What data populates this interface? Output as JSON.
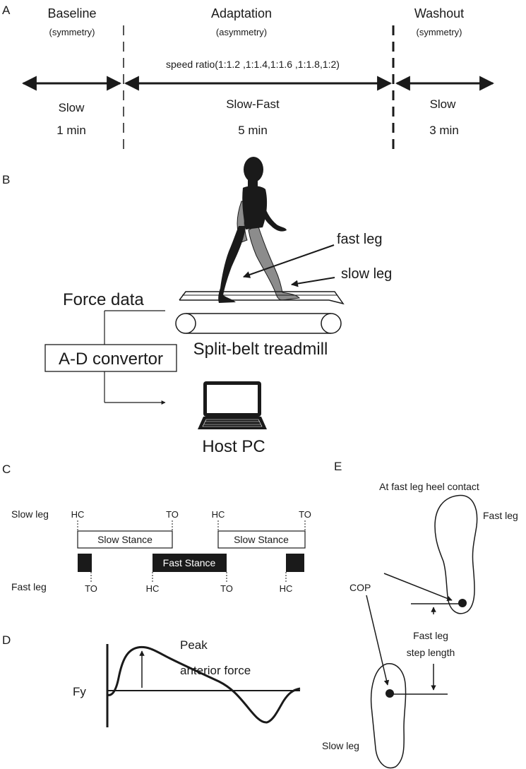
{
  "panel_labels": {
    "a": "A",
    "b": "B",
    "c": "C",
    "d": "D",
    "e": "E"
  },
  "panel_a": {
    "phases": [
      {
        "title": "Baseline",
        "subtitle": "(symmetry)",
        "speed": "Slow",
        "duration": "1 min"
      },
      {
        "title": "Adaptation",
        "subtitle": "(asymmetry)",
        "speed": "Slow-Fast",
        "duration": "5 min"
      },
      {
        "title": "Washout",
        "subtitle": "(symmetry)",
        "speed": "Slow",
        "duration": "3 min"
      }
    ],
    "speed_ratio": "speed ratio(1:1.2 ,1:1.4,1:1.6 ,1:1.8,1:2)"
  },
  "panel_b": {
    "force_data": "Force data",
    "ad_convertor": "A-D convertor",
    "treadmill": "Split-belt treadmill",
    "host_pc": "Host PC",
    "fast_leg": "fast leg",
    "slow_leg": "slow leg"
  },
  "panel_c": {
    "slow_leg": "Slow leg",
    "fast_leg": "Fast leg",
    "slow_stance": "Slow Stance",
    "fast_stance": "Fast Stance",
    "hc": "HC",
    "to": "TO"
  },
  "panel_d": {
    "fy": "Fy",
    "peak": "Peak",
    "anterior_force": "anterior force"
  },
  "panel_e": {
    "title": "At fast leg heel contact",
    "fast_leg": "Fast leg",
    "slow_leg": "Slow leg",
    "cop": "COP",
    "step_length_1": "Fast leg",
    "step_length_2": "step length"
  },
  "colors": {
    "ink": "#1a1a1a",
    "gray_leg": "#8c8c8c",
    "white": "#ffffff"
  },
  "icons": [
    "walking-person-icon",
    "laptop-icon",
    "foot-outline-icon"
  ]
}
